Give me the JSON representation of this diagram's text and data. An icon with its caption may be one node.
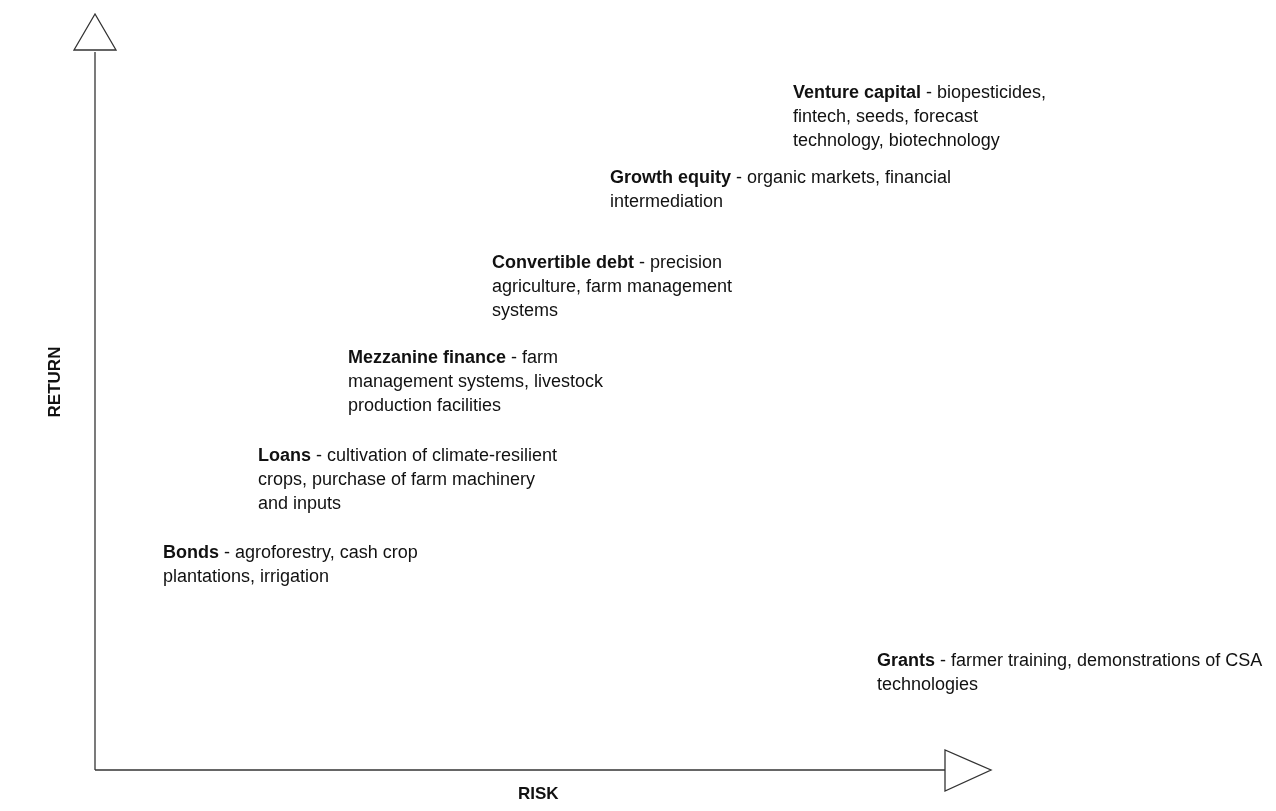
{
  "diagram": {
    "labels": [
      "**Venture capital** - biopesticides, fintech, seeds, forecast technology, biotechnology",
      "**Growth equity** - organic markets, financial intermediation",
      "**Convertible debt** - precision agriculture, farm management systems",
      "**Mezzanine finance** - farm management systems, livestock production facilities",
      "**Loans** - cultivation of climate-resilient crops, purchase of farm machinery and inputs",
      "**Bonds** - agroforestry, cash crop plantations, irrigation",
      "**Grants** - farmer training, demonstrations of CSA technologies",
      "RETURN",
      "RISK"
    ]
  }
}
